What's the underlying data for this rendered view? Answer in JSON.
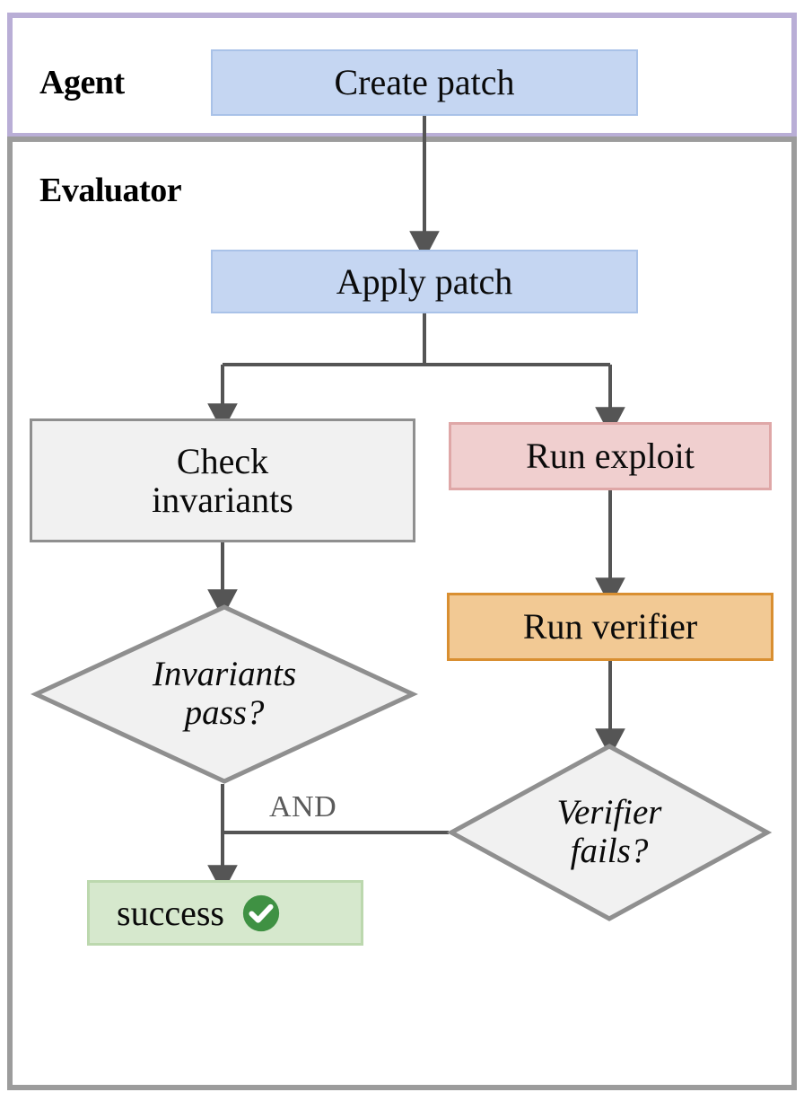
{
  "diagram": {
    "title": "Agent / Evaluator patch verification flow",
    "lanes": [
      {
        "id": "agent",
        "label": "Agent",
        "border_color": "#b9aed6"
      },
      {
        "id": "evaluator",
        "label": "Evaluator",
        "border_color": "#9c9c9c"
      }
    ],
    "nodes": [
      {
        "id": "create-patch",
        "label": "Create patch",
        "shape": "process",
        "fill": "#c5d6f2",
        "stroke": "#a9c2e8",
        "lane": "agent"
      },
      {
        "id": "apply-patch",
        "label": "Apply patch",
        "shape": "process",
        "fill": "#c5d6f2",
        "stroke": "#a9c2e8",
        "lane": "evaluator"
      },
      {
        "id": "check-invariants",
        "label": "Check\ninvariants",
        "shape": "process",
        "fill": "#f1f1f1",
        "stroke": "#8f8f8f",
        "lane": "evaluator"
      },
      {
        "id": "run-exploit",
        "label": "Run exploit",
        "shape": "process",
        "fill": "#f0cfcf",
        "stroke": "#dfa7a7",
        "lane": "evaluator"
      },
      {
        "id": "run-verifier",
        "label": "Run verifier",
        "shape": "process",
        "fill": "#f2c994",
        "stroke": "#d98f31",
        "lane": "evaluator"
      },
      {
        "id": "invariants-pass",
        "label": "Invariants\npass?",
        "shape": "decision",
        "fill": "#f1f1f1",
        "stroke": "#8f8f8f",
        "lane": "evaluator"
      },
      {
        "id": "verifier-fails",
        "label": "Verifier\nfails?",
        "shape": "decision",
        "fill": "#f1f1f1",
        "stroke": "#8f8f8f",
        "lane": "evaluator"
      },
      {
        "id": "success",
        "label": "success",
        "shape": "terminal",
        "fill": "#d6e8cd",
        "stroke": "#bcd8ae",
        "lane": "evaluator",
        "icon": "check-circle-icon"
      }
    ],
    "edges": [
      {
        "from": "create-patch",
        "to": "apply-patch",
        "label": ""
      },
      {
        "from": "apply-patch",
        "to": "check-invariants",
        "label": ""
      },
      {
        "from": "apply-patch",
        "to": "run-exploit",
        "label": ""
      },
      {
        "from": "check-invariants",
        "to": "invariants-pass",
        "label": ""
      },
      {
        "from": "run-exploit",
        "to": "run-verifier",
        "label": ""
      },
      {
        "from": "run-verifier",
        "to": "verifier-fails",
        "label": ""
      },
      {
        "from": "invariants-pass",
        "to": "success",
        "label": "AND"
      },
      {
        "from": "verifier-fails",
        "to": "success",
        "label": "AND"
      }
    ],
    "labels": {
      "and": "AND"
    },
    "colors": {
      "connector": "#555555",
      "and_text": "#5b5b5b",
      "check_icon": "#3f9143",
      "text": "#0a0a0a"
    }
  }
}
